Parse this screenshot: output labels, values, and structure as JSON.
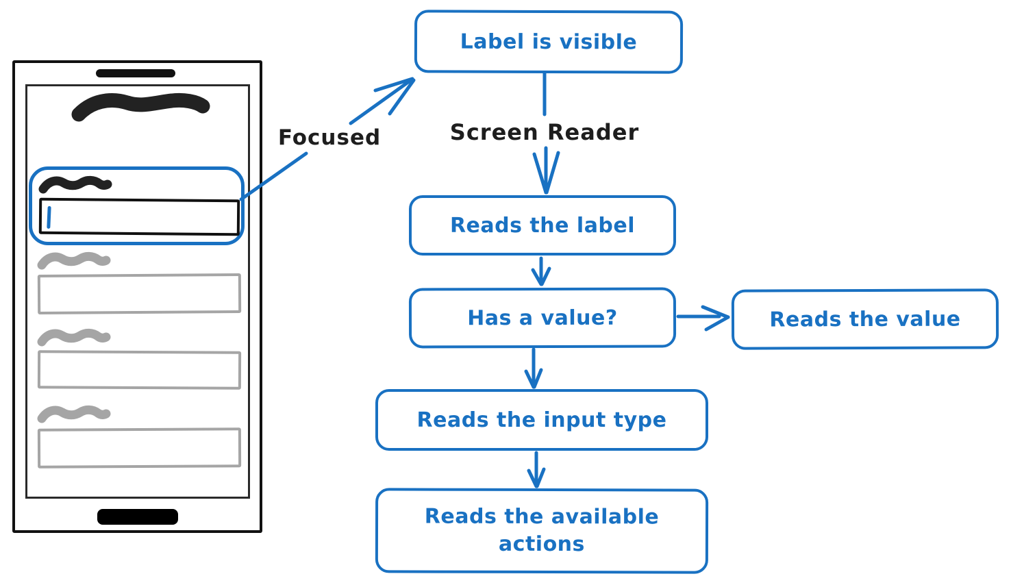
{
  "colors": {
    "accent_blue": "#1971c2",
    "ink_black": "#1e1e1e",
    "muted_gray": "#a5a5a5"
  },
  "labels": {
    "focused": "Focused",
    "screen_reader": "Screen Reader"
  },
  "flowchart": {
    "nodes": [
      {
        "id": "label-visible",
        "label": "Label is visible"
      },
      {
        "id": "reads-label",
        "label": "Reads the label"
      },
      {
        "id": "has-value",
        "label": "Has a value?"
      },
      {
        "id": "reads-value",
        "label": "Reads the value"
      },
      {
        "id": "reads-input-type",
        "label": "Reads the input type"
      },
      {
        "id": "reads-available-actions",
        "label": "Reads the available actions"
      }
    ],
    "edges": [
      {
        "from": "phone-focused-field",
        "to": "label-visible",
        "via_label": "Focused"
      },
      {
        "from": "label-visible",
        "to": "reads-label",
        "via_label": "Screen Reader"
      },
      {
        "from": "reads-label",
        "to": "has-value"
      },
      {
        "from": "has-value",
        "to": "reads-value"
      },
      {
        "from": "has-value",
        "to": "reads-input-type"
      },
      {
        "from": "reads-input-type",
        "to": "reads-available-actions"
      }
    ]
  },
  "phone": {
    "fields": [
      {
        "state": "focused",
        "has_cursor": true
      },
      {
        "state": "inactive"
      },
      {
        "state": "inactive"
      },
      {
        "state": "inactive"
      }
    ]
  }
}
